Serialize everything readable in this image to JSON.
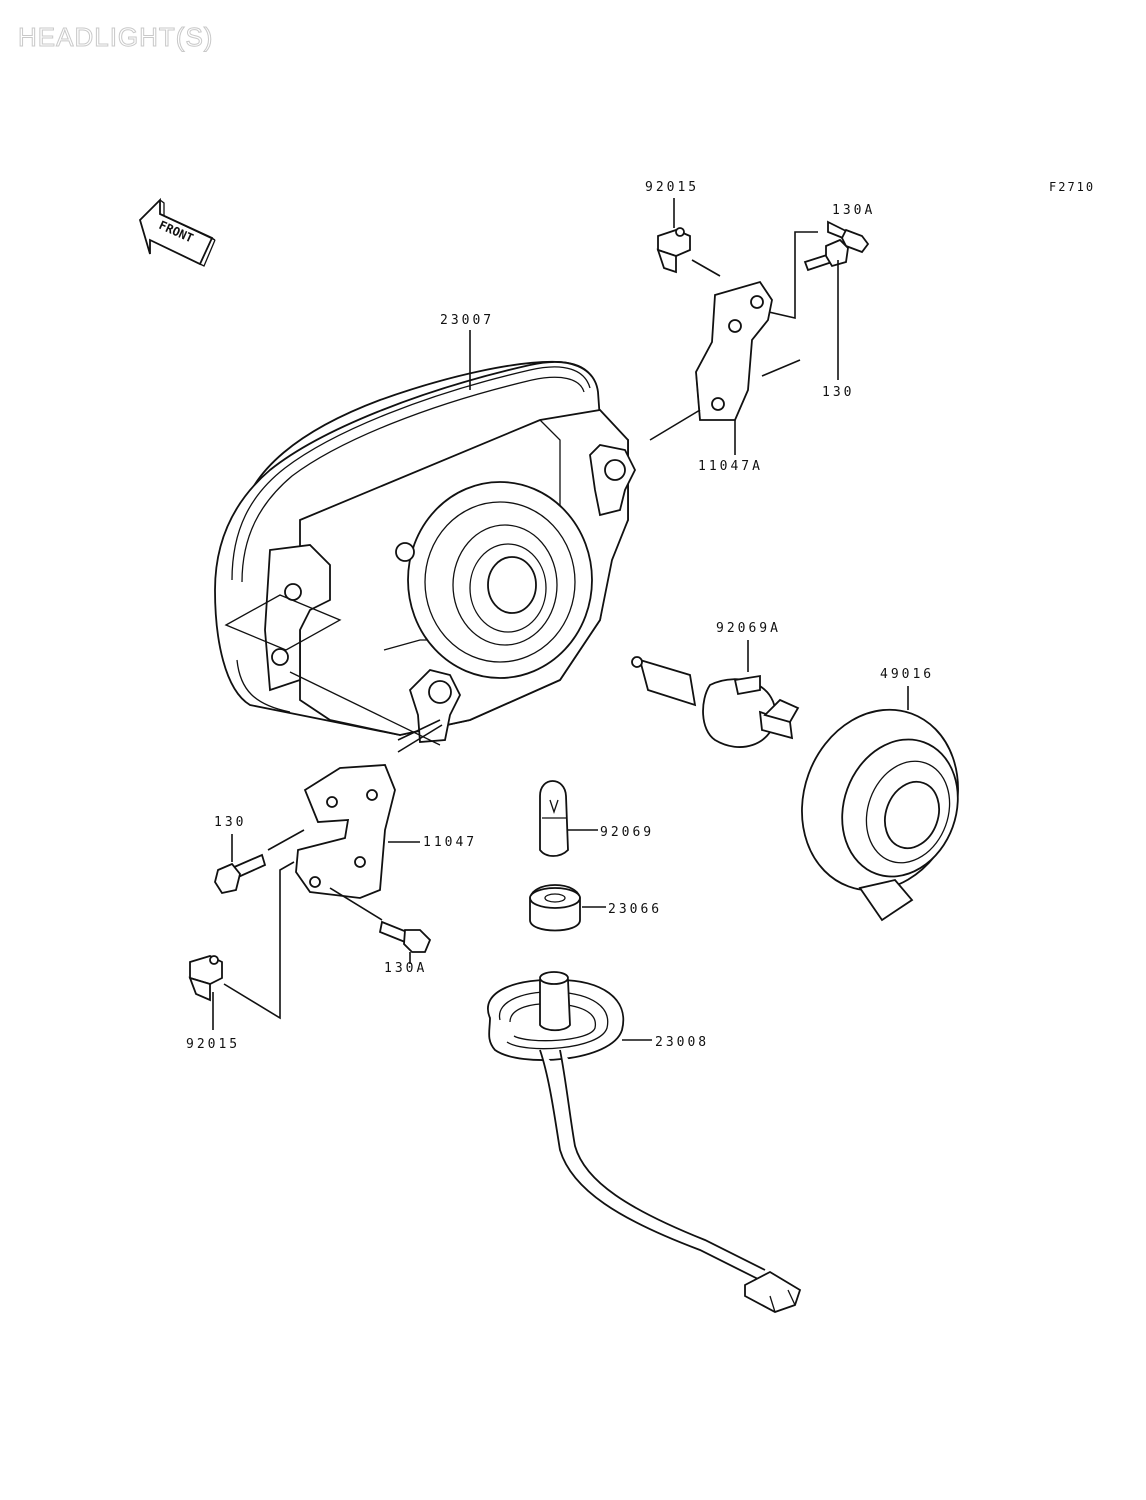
{
  "page": {
    "title": "HEADLIGHT(S)",
    "figure_ref": "F2710",
    "front_label": "FRONT"
  },
  "parts": [
    {
      "id": "p-23007",
      "label": "23007",
      "name": "headlight-unit"
    },
    {
      "id": "p-92015a",
      "label": "92015",
      "name": "clip-nut-top"
    },
    {
      "id": "p-130Aa",
      "label": "130A",
      "name": "bolt-130A-top"
    },
    {
      "id": "p-130a",
      "label": "130",
      "name": "bolt-130-top"
    },
    {
      "id": "p-11047A",
      "label": "11047A",
      "name": "bracket-right"
    },
    {
      "id": "p-92069A",
      "label": "92069A",
      "name": "headlight-bulb"
    },
    {
      "id": "p-49016",
      "label": "49016",
      "name": "bulb-cover"
    },
    {
      "id": "p-130b",
      "label": "130",
      "name": "bolt-130-left"
    },
    {
      "id": "p-11047",
      "label": "11047",
      "name": "bracket-left"
    },
    {
      "id": "p-92069",
      "label": "92069",
      "name": "position-bulb"
    },
    {
      "id": "p-23066",
      "label": "23066",
      "name": "grommet"
    },
    {
      "id": "p-130Ab",
      "label": "130A",
      "name": "bolt-130A-bottom"
    },
    {
      "id": "p-92015b",
      "label": "92015",
      "name": "clip-nut-bottom"
    },
    {
      "id": "p-23008",
      "label": "23008",
      "name": "bulb-socket"
    }
  ]
}
